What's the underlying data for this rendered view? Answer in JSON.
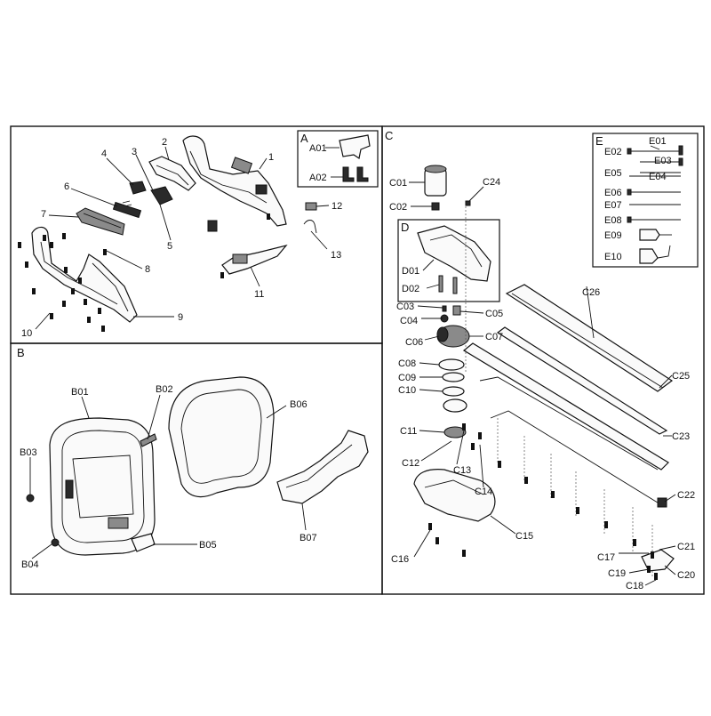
{
  "sections": {
    "A": {
      "label": "A",
      "parts": [
        "A01",
        "A02"
      ]
    },
    "B": {
      "label": "B",
      "parts": [
        "B01",
        "B02",
        "B03",
        "B04",
        "B05",
        "B06",
        "B07"
      ]
    },
    "C": {
      "label": "C",
      "parts": [
        "C01",
        "C02",
        "C03",
        "C04",
        "C05",
        "C06",
        "C07",
        "C08",
        "C09",
        "C10",
        "C11",
        "C12",
        "C13",
        "C14",
        "C15",
        "C16",
        "C17",
        "C18",
        "C19",
        "C20",
        "C21",
        "C22",
        "C23",
        "C24",
        "C25",
        "C26"
      ]
    },
    "D": {
      "label": "D",
      "parts": [
        "D01",
        "D02"
      ]
    },
    "E": {
      "label": "E",
      "parts": [
        "E01",
        "E02",
        "E03",
        "E04",
        "E05",
        "E06",
        "E07",
        "E08",
        "E09",
        "E10"
      ]
    }
  },
  "labels": {
    "n1": "1",
    "n2": "2",
    "n3": "3",
    "n4": "4",
    "n5": "5",
    "n6": "6",
    "n7": "7",
    "n8": "8",
    "n9": "9",
    "n10": "10",
    "n11": "11",
    "n12": "12",
    "n13": "13",
    "A01": "A01",
    "A02": "A02",
    "B01": "B01",
    "B02": "B02",
    "B03": "B03",
    "B04": "B04",
    "B05": "B05",
    "B06": "B06",
    "B07": "B07",
    "C01": "C01",
    "C02": "C02",
    "C03": "C03",
    "C04": "C04",
    "C05": "C05",
    "C06": "C06",
    "C07": "C07",
    "C08": "C08",
    "C09": "C09",
    "C10": "C10",
    "C11": "C11",
    "C12": "C12",
    "C13": "C13",
    "C14": "C14",
    "C15": "C15",
    "C16": "C16",
    "C17": "C17",
    "C18": "C18",
    "C19": "C19",
    "C20": "C20",
    "C21": "C21",
    "C22": "C22",
    "C23": "C23",
    "C24": "C24",
    "C25": "C25",
    "C26": "C26",
    "D01": "D01",
    "D02": "D02",
    "E01": "E01",
    "E02": "E02",
    "E03": "E03",
    "E04": "E04",
    "E05": "E05",
    "E06": "E06",
    "E07": "E07",
    "E08": "E08",
    "E09": "E09",
    "E10": "E10"
  }
}
